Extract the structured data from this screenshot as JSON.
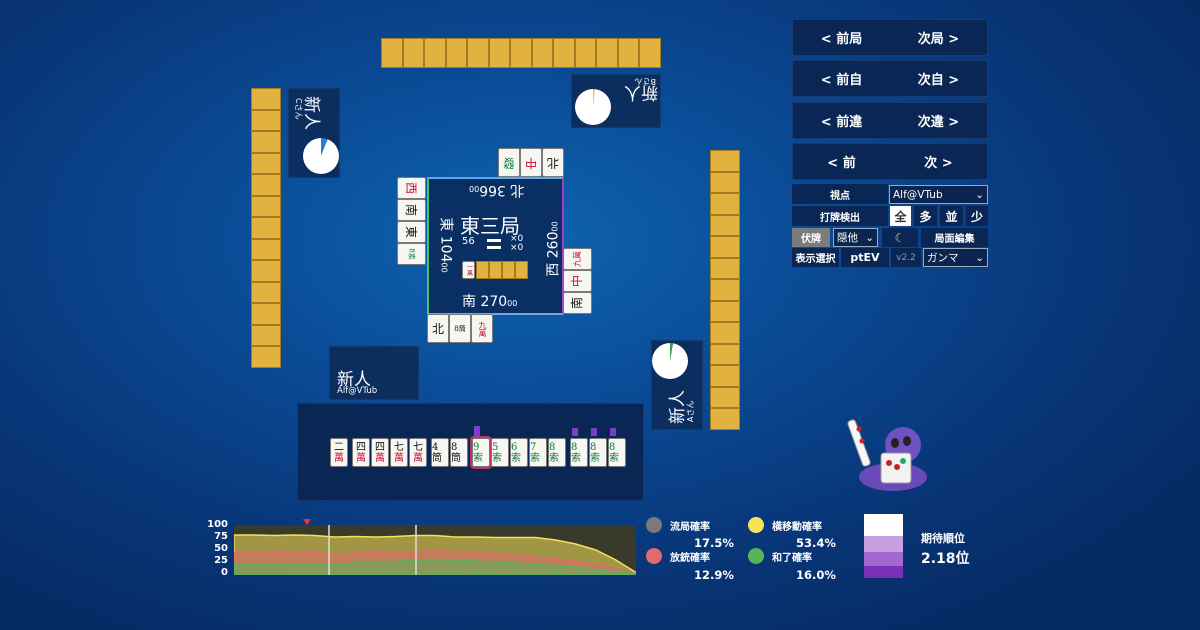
{
  "players": {
    "self": {
      "name": "新人",
      "handle": "Alf@VTub"
    },
    "left": {
      "name": "新人",
      "handle": "Cさん"
    },
    "top": {
      "name": "新人",
      "handle": "Bさん"
    },
    "right": {
      "name": "新人",
      "handle": "Aさん"
    }
  },
  "center": {
    "round": "東三局",
    "tiles_left": "56",
    "honba": "×0",
    "riichi": "×0",
    "score_east": "東 104",
    "score_east_sub": "00",
    "score_south": "南 270",
    "score_south_sub": "00",
    "score_west": "西 260",
    "score_west_sub": "00",
    "score_north": "北 366",
    "score_north_sub": "00",
    "dora": "一萬"
  },
  "discards": {
    "bottom": [
      "北",
      "8筒",
      "九萬"
    ],
    "left": [
      "西",
      "南",
      "東",
      "8索"
    ],
    "top": [
      "北",
      "中",
      "發"
    ],
    "right": [
      "九萬",
      "中",
      "南"
    ]
  },
  "hand": [
    "二萬",
    "四萬",
    "四萬",
    "七萬",
    "七萬",
    "4筒",
    "8筒",
    "9索",
    "5索",
    "6索",
    "7索",
    "8索",
    "8索",
    "8索",
    "8索"
  ],
  "nav": {
    "prev_round": "< 前局",
    "next_round": "次局 >",
    "prev_self": "< 前自",
    "next_self": "次自 >",
    "prev_diff": "< 前違",
    "next_diff": "次違 >",
    "prev": "< 前",
    "next": "次 >"
  },
  "settings": {
    "viewpoint_label": "視点",
    "viewpoint_value": "Alf@VTub",
    "discard_detect_label": "打牌検出",
    "detect_all": "全",
    "detect_many": "多",
    "detect_mid": "並",
    "detect_few": "少",
    "hidden_label": "伏牌",
    "hidden_value": "隠他",
    "moon_icon": "moon-icon",
    "edit_label": "局面編集",
    "display_label": "表示選択",
    "display_value": "ptEV",
    "version": "v2.2",
    "gamma_value": "ガンマ"
  },
  "chart_axis": [
    "100",
    "75",
    "50",
    "25",
    "0"
  ],
  "chart_data": {
    "type": "area",
    "x": [
      0,
      1,
      2,
      3,
      4,
      5,
      6,
      7,
      8,
      9,
      10,
      11,
      12,
      13,
      14,
      15,
      16,
      17,
      18,
      19,
      20
    ],
    "ylim": [
      0,
      100
    ],
    "series": [
      {
        "color": "#f5e25a",
        "values": [
          80,
          80,
          79,
          80,
          79,
          76,
          77,
          76,
          77,
          79,
          79,
          76,
          76,
          75,
          75,
          75,
          70,
          62,
          50,
          30,
          5
        ]
      },
      {
        "color": "#e06a70",
        "values": [
          45,
          44,
          45,
          46,
          45,
          42,
          44,
          45,
          46,
          47,
          49,
          47,
          46,
          43,
          40,
          36,
          32,
          28,
          20,
          12,
          3
        ]
      },
      {
        "color": "#55b35a",
        "values": [
          20,
          22,
          21,
          22,
          21,
          20,
          24,
          26,
          27,
          30,
          31,
          30,
          28,
          26,
          24,
          22,
          18,
          15,
          10,
          6,
          2
        ]
      }
    ]
  },
  "stats": {
    "ryukyoku_label": "流局確率",
    "ryukyoku_value": "17.5%",
    "yokoido_label": "横移動確率",
    "yokoido_value": "53.4%",
    "houju_label": "放銃確率",
    "houju_value": "12.9%",
    "hora_label": "和了確率",
    "hora_value": "16.0%",
    "expected_rank_label": "期待順位",
    "expected_rank_value": "2.18位"
  },
  "colors": {
    "ryukyoku": "#7a7a7a",
    "yokoido": "#f5e25a",
    "houju": "#e06a70",
    "hora": "#55b35a"
  }
}
